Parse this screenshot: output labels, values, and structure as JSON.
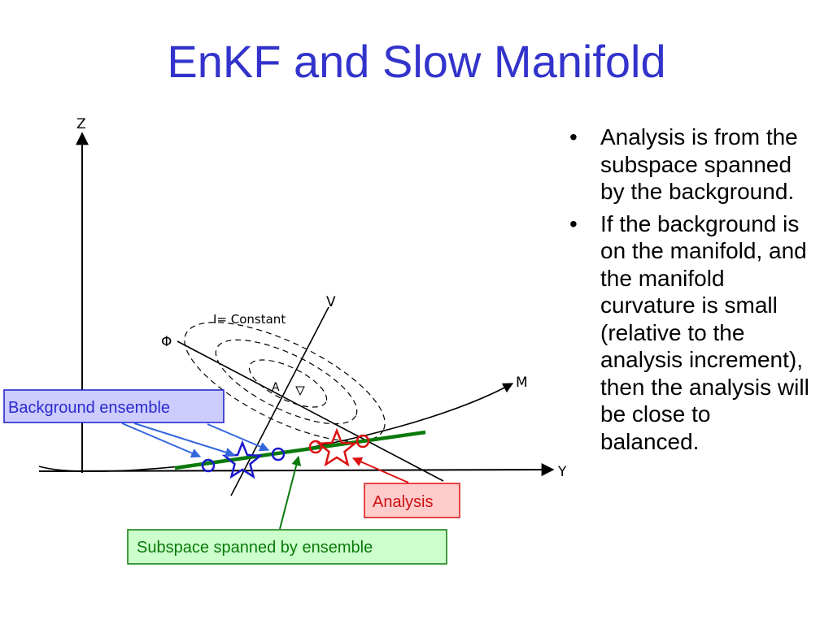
{
  "slide": {
    "title": "EnKF and Slow Manifold",
    "bullets": [
      "Analysis is from the subspace spanned by the background.",
      "If the background is on the manifold, and the manifold curvature is small (relative to the analysis increment), then the analysis will be close to balanced."
    ],
    "bullet_marker": "•"
  },
  "diagram": {
    "axis_z": "Z",
    "axis_y": "Y",
    "label_v": "V",
    "label_m": "M",
    "label_phi": "Φ",
    "label_a": "A",
    "label_contour": "I= Constant",
    "callouts": {
      "background": "Background ensemble",
      "analysis": "Analysis",
      "subspace": "Subspace spanned by ensemble"
    }
  },
  "colors": {
    "title": "#3333cc",
    "background_marker": "#1a1acc",
    "analysis_marker": "#dd1111",
    "subspace_line": "#0a7a0a",
    "background_box_fill": "#ccccff",
    "analysis_box_fill": "#ffcccc",
    "subspace_box_fill": "#ccffcc"
  }
}
